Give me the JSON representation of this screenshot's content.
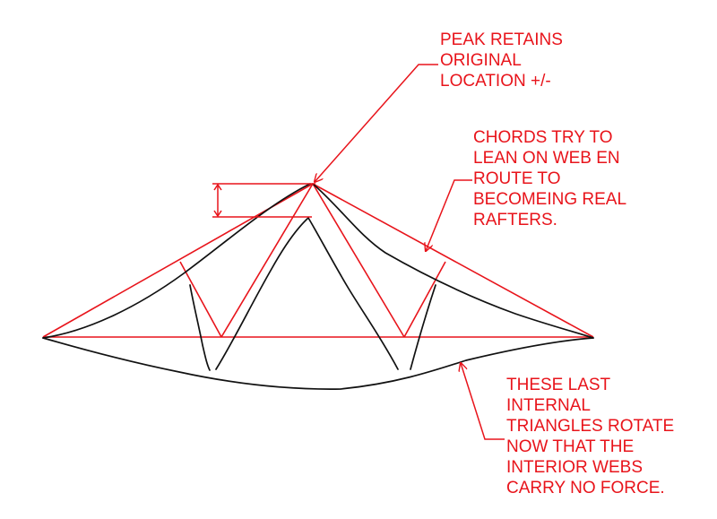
{
  "colors": {
    "annotation": "#e8141b",
    "sketch": "#111111",
    "background": "#ffffff"
  },
  "annotations": {
    "peak": [
      "PEAK RETAINS",
      "ORIGINAL",
      "LOCATION +/-"
    ],
    "chords": [
      "CHORDS TRY TO",
      "LEAN ON WEB EN",
      "ROUTE TO",
      "BECOMEING REAL",
      "RAFTERS."
    ],
    "triangles": [
      "THESE LAST",
      "INTERNAL",
      "TRIANGLES ROTATE",
      "NOW THAT THE",
      "INTERIOR WEBS",
      "CARRY NO FORCE."
    ]
  }
}
